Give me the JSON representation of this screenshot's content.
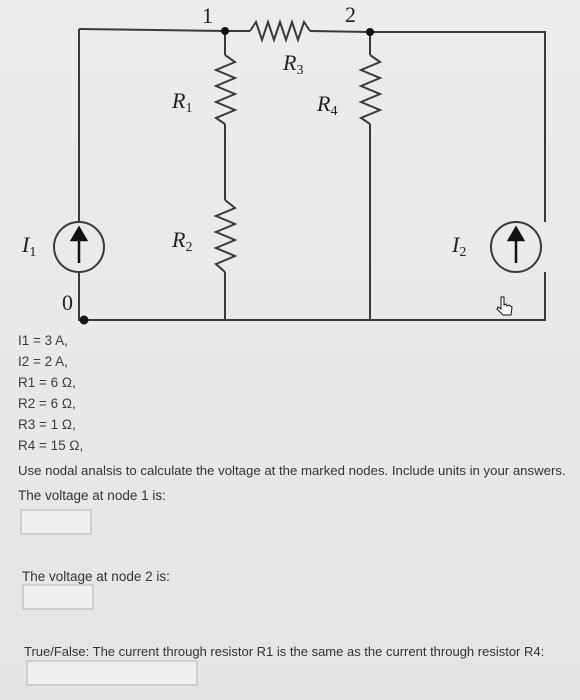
{
  "diagram": {
    "node_labels": [
      "1",
      "2",
      "0"
    ],
    "resistor_labels": {
      "r1": "R",
      "r1_sub": "1",
      "r2": "R",
      "r2_sub": "2",
      "r3": "R",
      "r3_sub": "3",
      "r4": "R",
      "r4_sub": "4"
    },
    "source_labels": {
      "i1": "I",
      "i1_sub": "1",
      "i2": "I",
      "i2_sub": "2"
    }
  },
  "givens": [
    "I1 = 3 A,",
    "I2 = 2 A,",
    "R1 = 6 Ω,",
    "R2 = 6 Ω,",
    "R3 = 1 Ω,",
    "R4 = 15 Ω,"
  ],
  "instructions": "Use nodal analsis to calculate the voltage at the marked nodes. Include units in your answers.",
  "questions": {
    "q1": "The voltage at node 1 is:",
    "q2": "The voltage at node 2 is:",
    "q3": "True/False: The current through resistor R1 is the same as the current through resistor R4:"
  },
  "answers": {
    "q1_value": "",
    "q2_value": "",
    "q3_value": ""
  }
}
